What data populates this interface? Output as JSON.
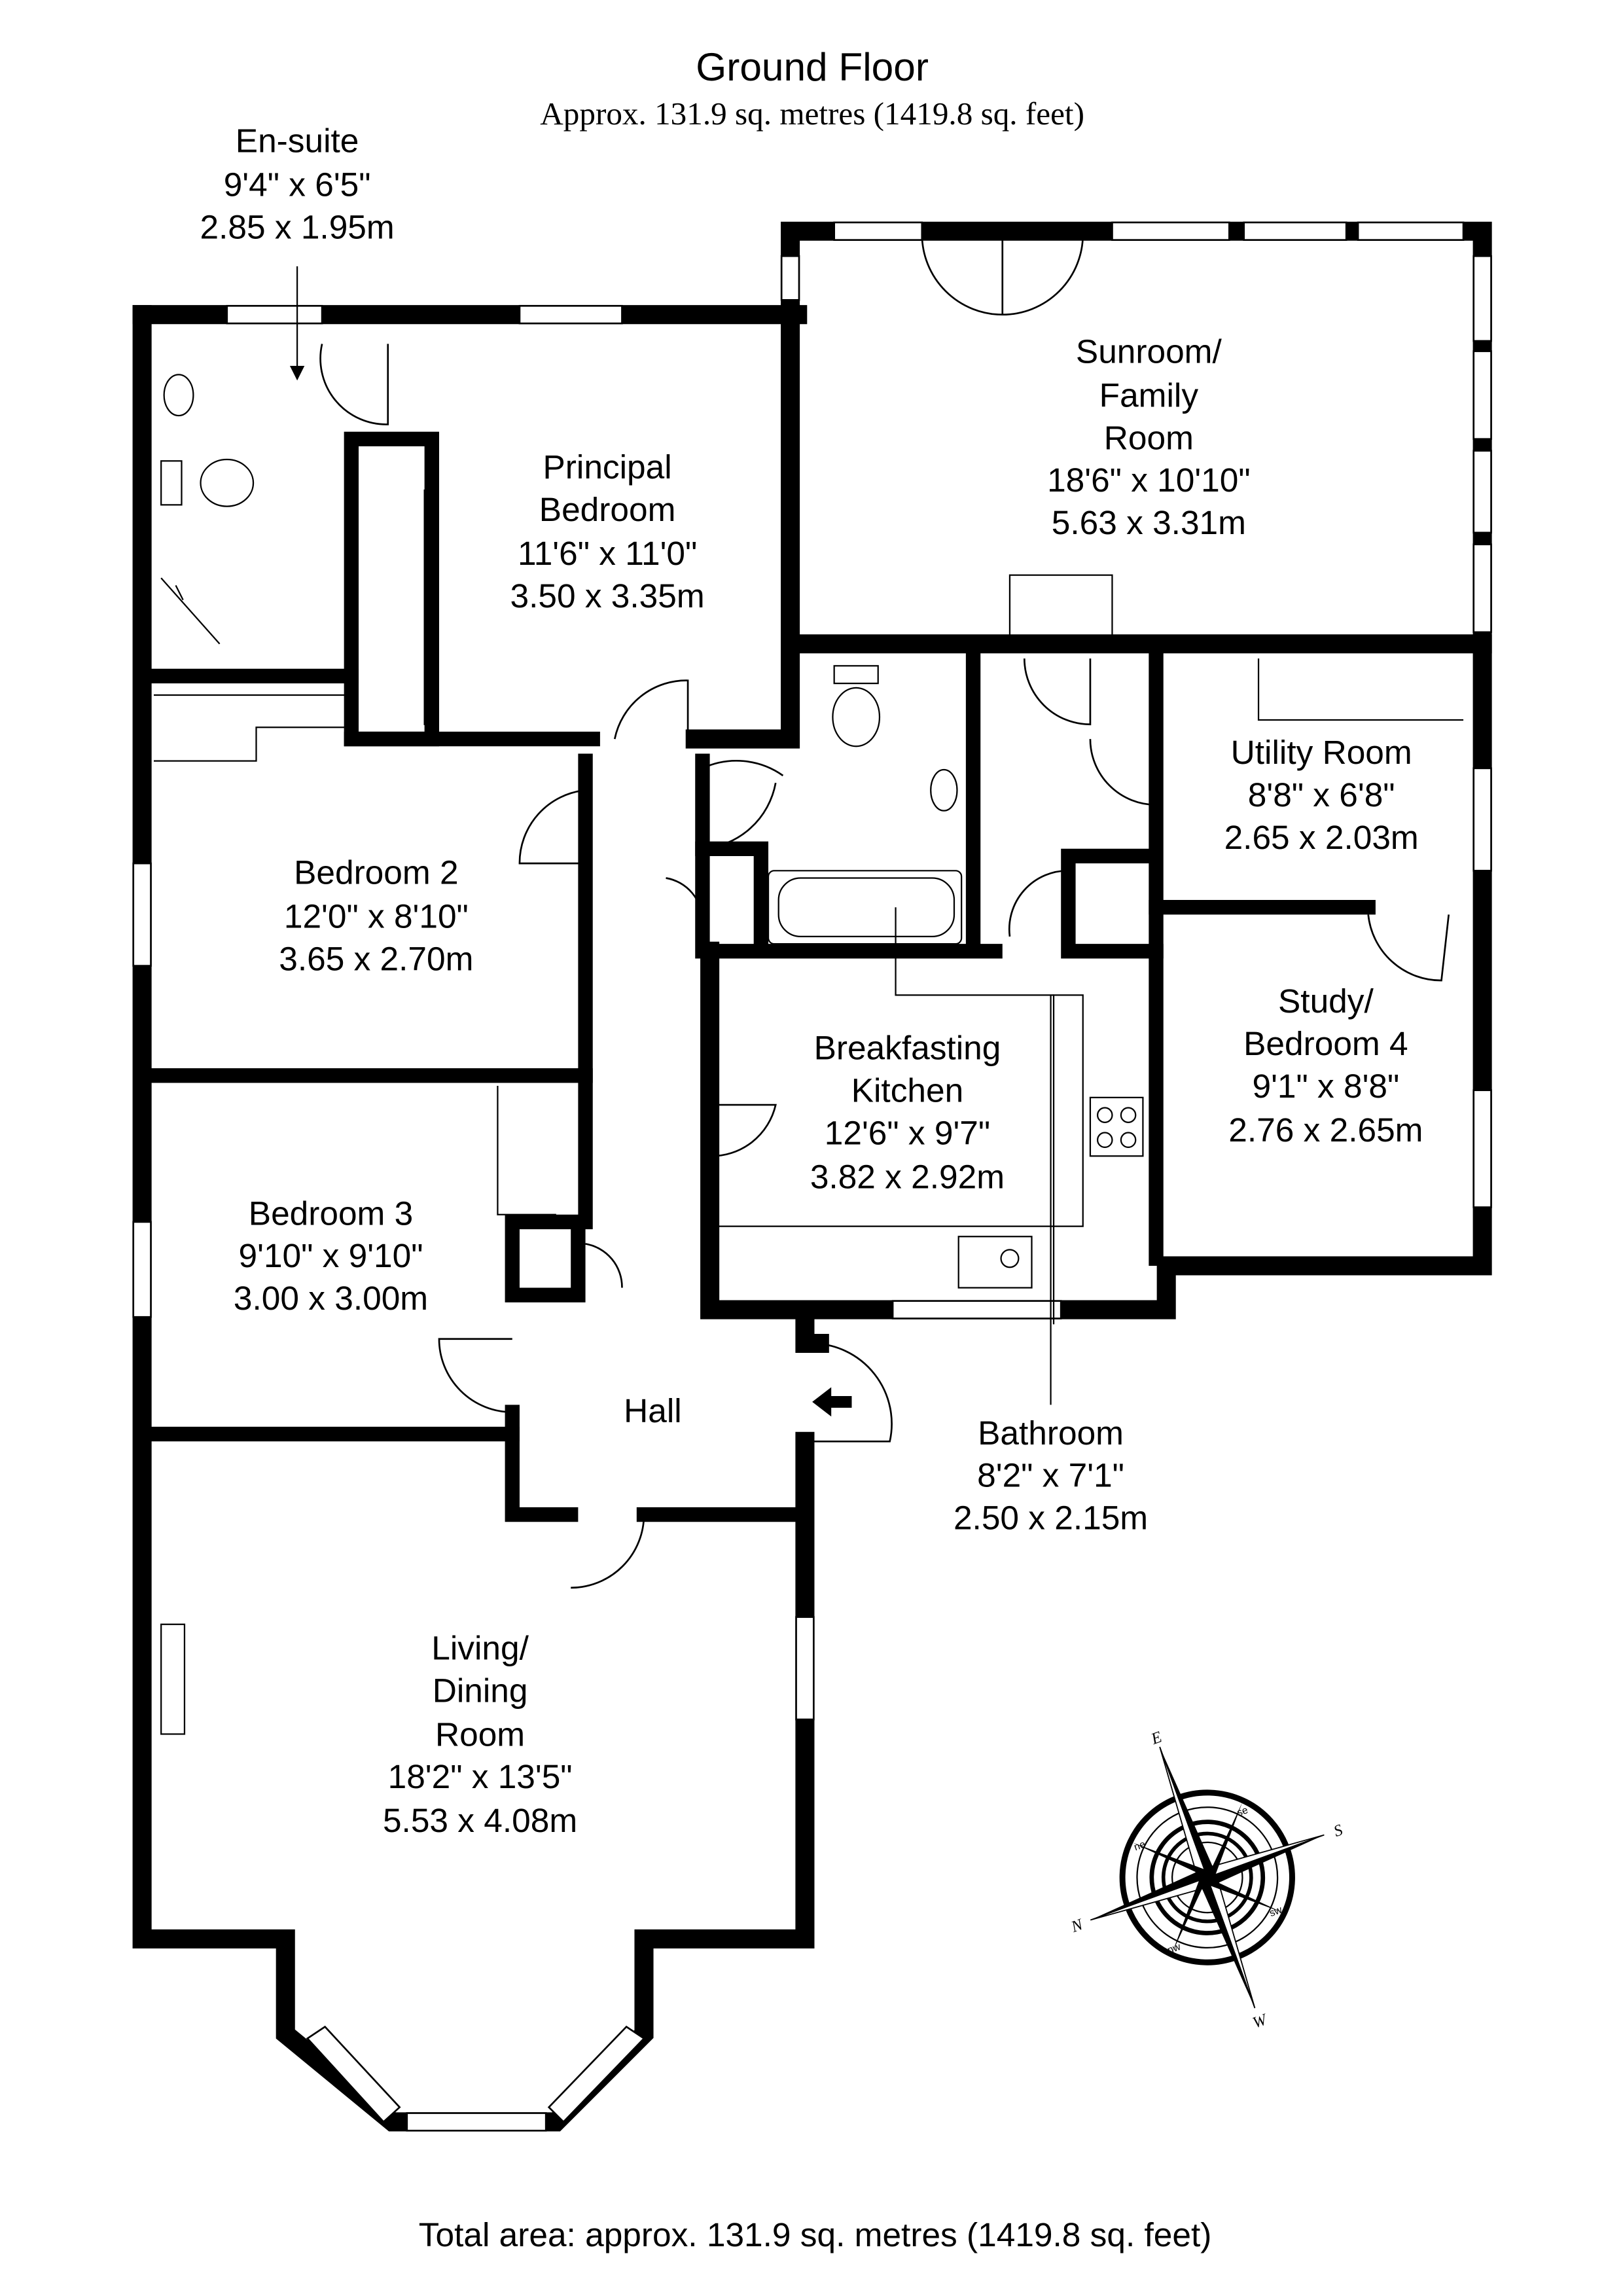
{
  "header": {
    "title": "Ground Floor",
    "subtitle": "Approx. 131.9 sq. metres (1419.8 sq. feet)"
  },
  "rooms": {
    "ensuite": {
      "name": [
        "En-suite"
      ],
      "imperial": "9'4\" x 6'5\"",
      "metric": "2.85 x 1.95m"
    },
    "principal": {
      "name": [
        "Principal",
        "Bedroom"
      ],
      "imperial": "11'6\" x 11'0\"",
      "metric": "3.50 x 3.35m"
    },
    "sunroom": {
      "name": [
        "Sunroom/",
        "Family",
        "Room"
      ],
      "imperial": "18'6\" x 10'10\"",
      "metric": "5.63 x 3.31m"
    },
    "utility": {
      "name": [
        "Utility Room"
      ],
      "imperial": "8'8\" x 6'8\"",
      "metric": "2.65 x 2.03m"
    },
    "bedroom2": {
      "name": [
        "Bedroom 2"
      ],
      "imperial": "12'0\" x 8'10\"",
      "metric": "3.65 x 2.70m"
    },
    "study": {
      "name": [
        "Study/",
        "Bedroom 4"
      ],
      "imperial": "9'1\" x 8'8\"",
      "metric": "2.76 x 2.65m"
    },
    "kitchen": {
      "name": [
        "Breakfasting",
        "Kitchen"
      ],
      "imperial": "12'6\" x 9'7\"",
      "metric": "3.82 x 2.92m"
    },
    "bedroom3": {
      "name": [
        "Bedroom 3"
      ],
      "imperial": "9'10\" x 9'10\"",
      "metric": "3.00 x 3.00m"
    },
    "hall": {
      "name": [
        "Hall"
      ]
    },
    "bathroom": {
      "name": [
        "Bathroom"
      ],
      "imperial": "8'2\" x 7'1\"",
      "metric": "2.50 x 2.15m"
    },
    "living": {
      "name": [
        "Living/",
        "Dining",
        "Room"
      ],
      "imperial": "18'2\" x 13'5\"",
      "metric": "5.53 x 4.08m"
    }
  },
  "compass": {
    "cardinals": {
      "n": "N",
      "e": "E",
      "s": "S",
      "w": "W"
    },
    "intercardinals": {
      "ne": "ne",
      "se": "se",
      "sw": "sw",
      "nw": "nw"
    }
  },
  "footer": {
    "total": "Total area: approx. 131.9 sq. metres (1419.8 sq. feet)"
  }
}
